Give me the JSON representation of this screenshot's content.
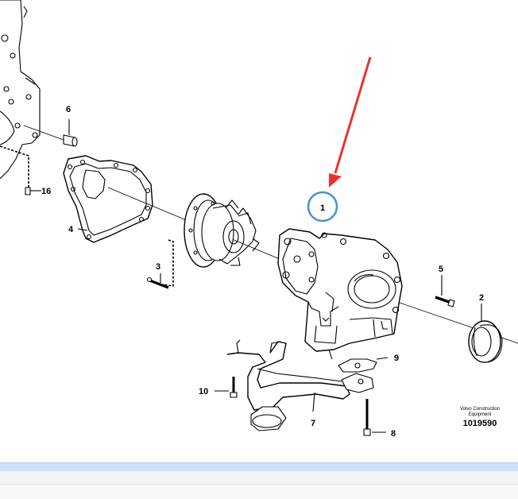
{
  "callouts": {
    "c1": "1",
    "c2": "2",
    "c3": "3",
    "c4": "4",
    "c5": "5",
    "c6": "6",
    "c7": "7",
    "c8": "8",
    "c9": "9",
    "c10": "10",
    "c16": "16"
  },
  "caption": {
    "line1": "Volvo Construction",
    "line2": "Equipment",
    "number": "1019590"
  },
  "highlight": {
    "arrow_color": "#e8322f",
    "circle_color": "#4a90d9",
    "target": "1"
  }
}
